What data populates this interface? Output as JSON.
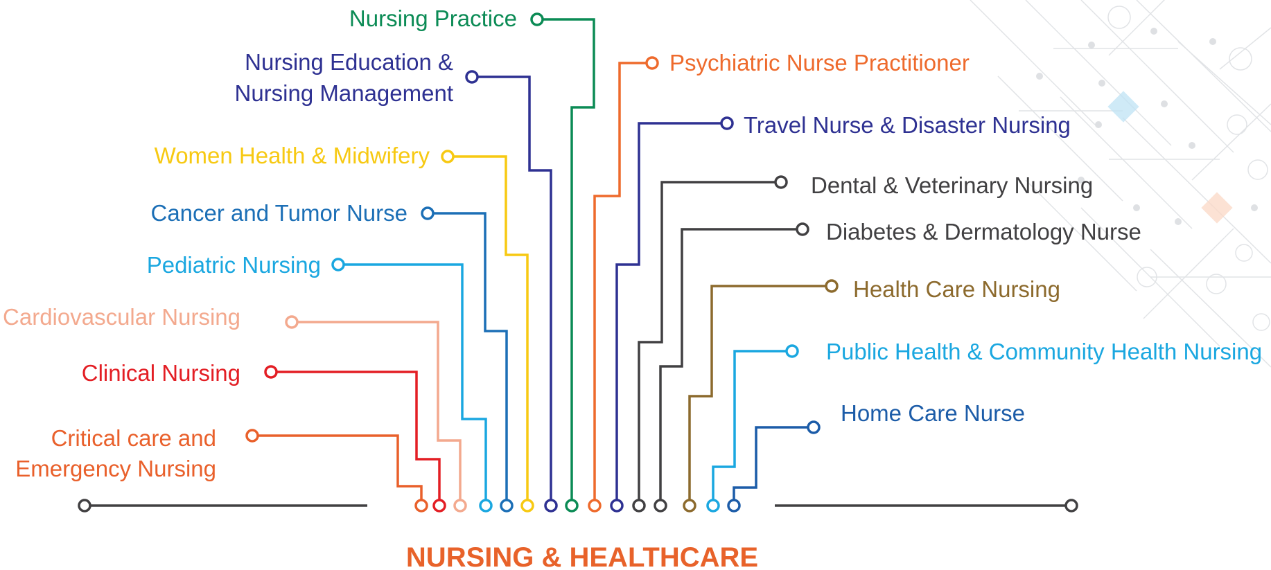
{
  "title": "NURSING & HEALTHCARE",
  "title_color": "#e8622a",
  "background_pattern": "circuit-lines",
  "branches": [
    {
      "id": "critical-care",
      "lines": [
        "Critical care and",
        "Emergency Nursing"
      ],
      "color": "#e9602b"
    },
    {
      "id": "clinical",
      "lines": [
        "Clinical Nursing"
      ],
      "color": "#e31e24"
    },
    {
      "id": "cardiovascular",
      "lines": [
        "Cardiovascular Nursing"
      ],
      "color": "#f3a98e"
    },
    {
      "id": "pediatric",
      "lines": [
        "Pediatric Nursing"
      ],
      "color": "#1aa7e0"
    },
    {
      "id": "cancer-tumor",
      "lines": [
        "Cancer and Tumor Nurse"
      ],
      "color": "#1c6fb6"
    },
    {
      "id": "women-health",
      "lines": [
        "Women Health & Midwifery"
      ],
      "color": "#f7c912"
    },
    {
      "id": "nursing-education",
      "lines": [
        "Nursing Education &",
        "Nursing Management"
      ],
      "color": "#2e3192"
    },
    {
      "id": "nursing-practice",
      "lines": [
        "Nursing Practice"
      ],
      "color": "#0b8b55"
    },
    {
      "id": "psychiatric",
      "lines": [
        "Psychiatric Nurse Practitioner"
      ],
      "color": "#ee6a2c"
    },
    {
      "id": "travel-disaster",
      "lines": [
        "Travel Nurse & Disaster Nursing"
      ],
      "color": "#2e3192"
    },
    {
      "id": "dental-veterinary",
      "lines": [
        "Dental & Veterinary Nursing"
      ],
      "color": "#414042"
    },
    {
      "id": "diabetes-dermatology",
      "lines": [
        "Diabetes & Dermatology Nurse"
      ],
      "color": "#414042"
    },
    {
      "id": "health-care",
      "lines": [
        "Health Care Nursing"
      ],
      "color": "#8c6a2d"
    },
    {
      "id": "public-health",
      "lines": [
        "Public Health & Community Health Nursing"
      ],
      "color": "#1aa7e0"
    },
    {
      "id": "home-care",
      "lines": [
        "Home Care Nurse"
      ],
      "color": "#1c5ca8"
    }
  ]
}
